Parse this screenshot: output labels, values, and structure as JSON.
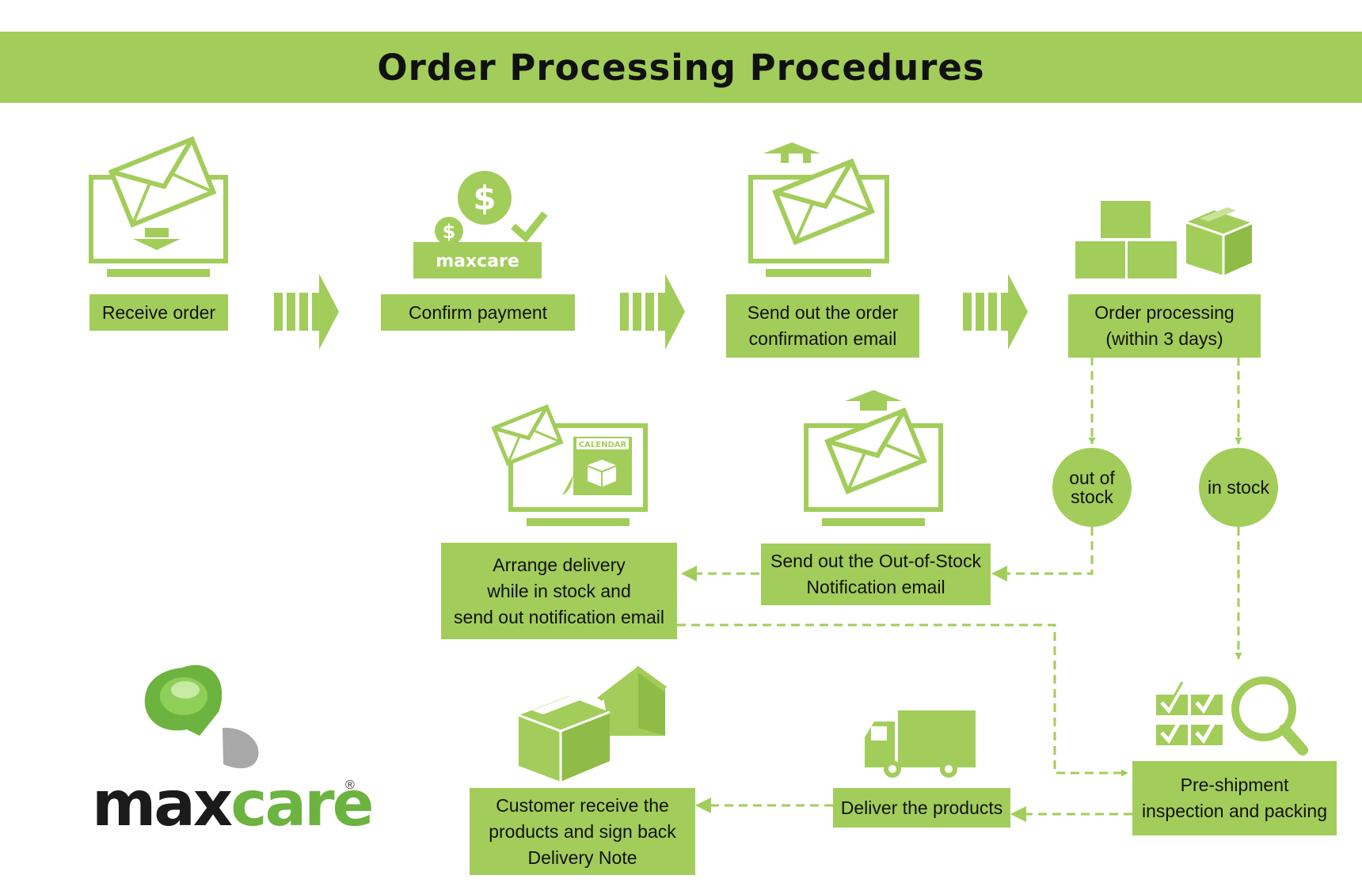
{
  "title": "Order Processing Procedures",
  "steps": {
    "receive_order": "Receive order",
    "confirm_payment": "Confirm payment",
    "send_confirmation": "Send out the order\nconfirmation email",
    "order_processing": "Order processing\n(within 3 days)",
    "out_of_stock": "out of\nstock",
    "in_stock": "in stock",
    "oos_notification": "Send out the Out-of-Stock\nNotification email",
    "arrange_delivery": "Arrange delivery\nwhile in stock and\nsend out notification email",
    "inspection": "Pre-shipment\ninspection and packing",
    "deliver": "Deliver the products",
    "customer_receive": "Customer receive the\nproducts and sign back\nDelivery Note"
  },
  "icon_labels": {
    "payment_card": "maxcare",
    "calendar": "CALENDAR"
  },
  "logo": {
    "part1": "max",
    "part2": "care",
    "registered": "®"
  },
  "colors": {
    "accent": "#a2cd5a",
    "logo_green": "#6db33f",
    "text": "#111111"
  }
}
